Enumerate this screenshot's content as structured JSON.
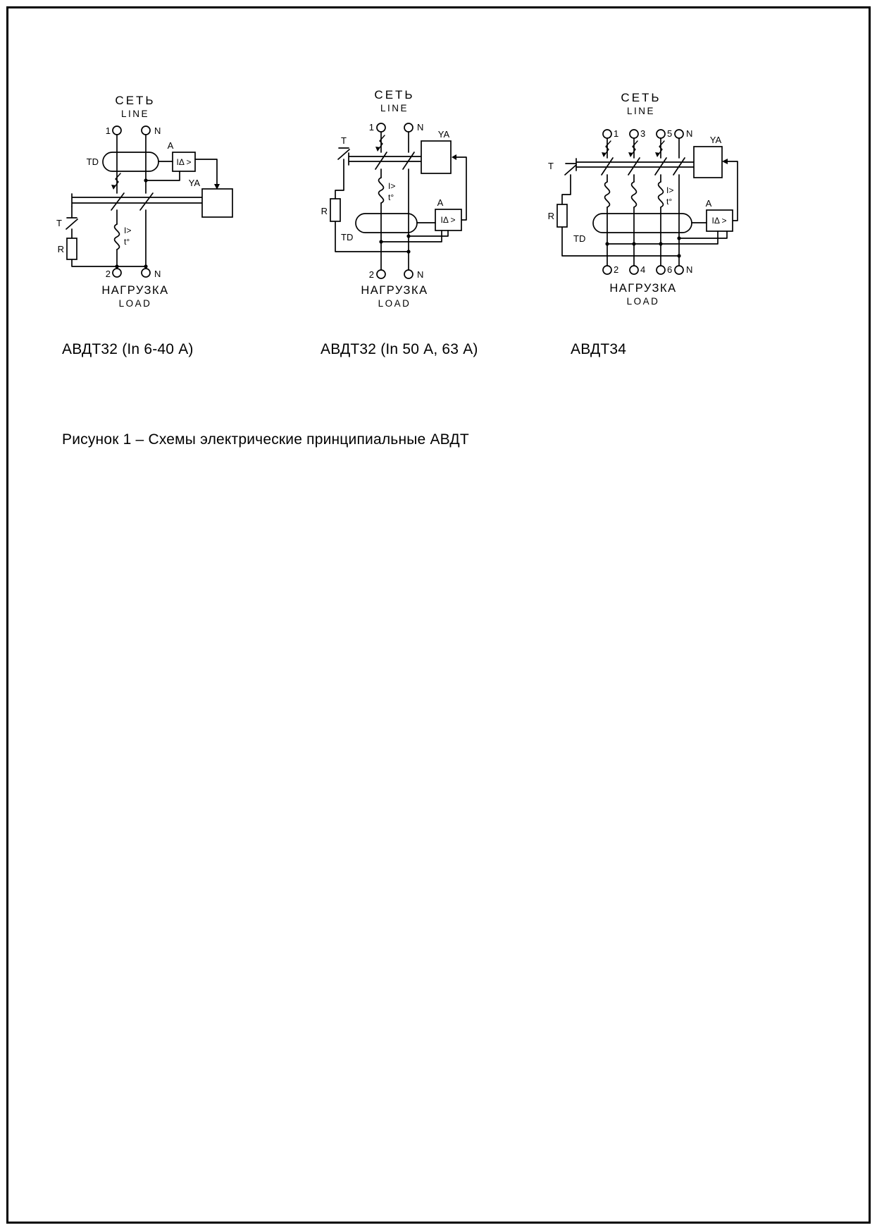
{
  "figure": {
    "caption": "Рисунок 1 – Схемы электрические принципиальные АВДТ"
  },
  "d1": {
    "title": "АВДТ32 (In 6-40 А)",
    "net": "СЕТЬ",
    "line": "LINE",
    "load_ru": "НАГРУЗКА",
    "load_en": "LOAD",
    "t1": "1",
    "tn_top": "N",
    "t2": "2",
    "tn_bot": "N",
    "td": "TD",
    "a": "A",
    "idelta": "IΔ >",
    "ya": "YA",
    "t": "T",
    "r": "R",
    "i_gt": "I>",
    "t_deg": "t°"
  },
  "d2": {
    "title": "АВДТ32 (In 50 А, 63 А)",
    "net": "СЕТЬ",
    "line": "LINE",
    "load_ru": "НАГРУЗКА",
    "load_en": "LOAD",
    "t1": "1",
    "tn_top": "N",
    "t2": "2",
    "tn_bot": "N",
    "td": "TD",
    "a": "A",
    "idelta": "IΔ >",
    "ya": "YA",
    "t": "T",
    "r": "R",
    "i_gt": "I>",
    "t_deg": "t°"
  },
  "d3": {
    "title": "АВДТ34",
    "net": "СЕТЬ",
    "line": "LINE",
    "load_ru": "НАГРУЗКА",
    "load_en": "LOAD",
    "t1": "1",
    "t3": "3",
    "t5": "5",
    "tn_top": "N",
    "t2": "2",
    "t4": "4",
    "t6": "6",
    "tn_bot": "N",
    "td": "TD",
    "a": "A",
    "idelta": "IΔ >",
    "ya": "YA",
    "t": "T",
    "r": "R",
    "i_gt": "I>",
    "t_deg": "t°"
  }
}
